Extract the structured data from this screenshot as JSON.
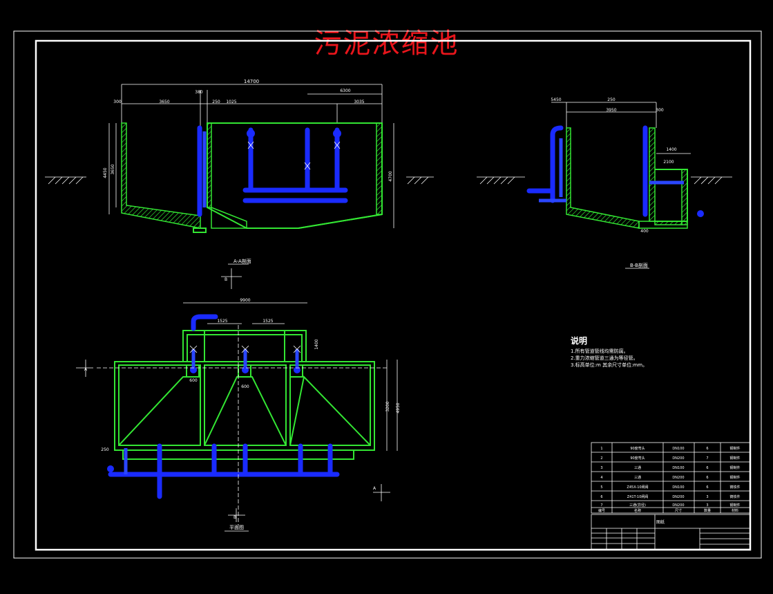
{
  "title": "污泥浓缩池",
  "notes": {
    "heading": "说明",
    "lines": [
      "1.所有管道管线均需防腐。",
      "2.重力浓缩管道三通为等径管。",
      "3.标高单位:m 其余尺寸单位:mm。"
    ]
  },
  "colors": {
    "wall": "#33e633",
    "pipe": "#1a2bff",
    "title": "#e8151b",
    "line": "#ffffff"
  },
  "dimensions": {
    "overall": "14700",
    "d1": "380",
    "d2": "6300",
    "d3": "300",
    "d4": "3650",
    "d5": "250",
    "d6": "1025",
    "d7": "3035",
    "h1": "4450",
    "h2": "3650",
    "h3": "4700",
    "b_top1": "5450",
    "b_top2": "250",
    "b_top3": "3950",
    "b_top4": "300",
    "b_1400": "1400",
    "b_2100": "2100",
    "b_400": "400",
    "p_top": "9900",
    "p_1525a": "1525",
    "p_1525b": "1525",
    "p_1400": "1400",
    "p_600a": "600",
    "p_600b": "600",
    "p_3200": "3200",
    "p_4950": "4950",
    "p_250": "250"
  },
  "labels": {
    "section_a": "A-A剖面",
    "section_b": "B-B剖面",
    "plan": "平面图",
    "mark_a1": "A",
    "mark_a2": "A",
    "mark_b1": "B",
    "mark_b2": "B"
  },
  "table": {
    "rows": [
      {
        "no": "1",
        "name": "90度弯头",
        "spec": "DN100",
        "qty": "6",
        "mat": "钢制件"
      },
      {
        "no": "2",
        "name": "90度弯头",
        "spec": "DN200",
        "qty": "7",
        "mat": "钢制件"
      },
      {
        "no": "3",
        "name": "三通",
        "spec": "DN100",
        "qty": "6",
        "mat": "钢制件"
      },
      {
        "no": "4",
        "name": "三通",
        "spec": "DN200",
        "qty": "6",
        "mat": "钢制件"
      },
      {
        "no": "5",
        "name": "Z45X-10闸阀",
        "spec": "DN100",
        "qty": "6",
        "mat": "铸铁件"
      },
      {
        "no": "6",
        "name": "Z41T-10闸阀",
        "spec": "DN200",
        "qty": "3",
        "mat": "铸铁件"
      },
      {
        "no": "7",
        "name": "三通(异径)",
        "spec": "DN200",
        "qty": "3",
        "mat": "钢制件"
      }
    ],
    "header": {
      "no": "编号",
      "name": "名称",
      "spec": "尺寸",
      "qty": "数量",
      "mat": "材料"
    },
    "title_block": "图纸"
  }
}
